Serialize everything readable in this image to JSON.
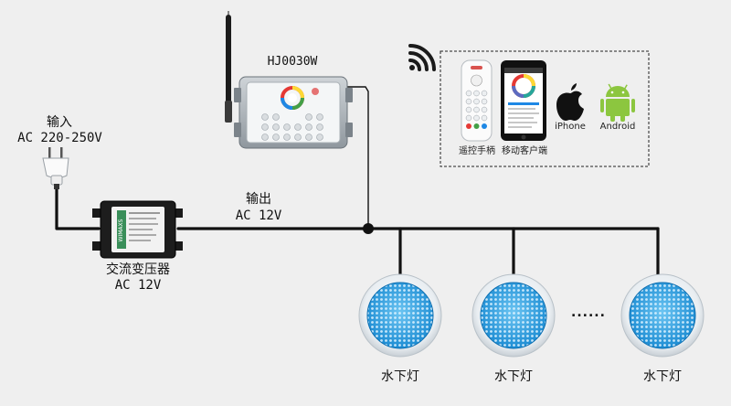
{
  "input": {
    "title": "输入",
    "spec": "AC 220-250V"
  },
  "transformer": {
    "title": "交流变压器",
    "spec": "AC 12V",
    "brand": "WIMAXS"
  },
  "output": {
    "title": "输出",
    "spec": "AC 12V"
  },
  "controller": {
    "model": "HJ0030W"
  },
  "devices": {
    "remote_label": "遥控手柄",
    "mobile_label": "移动客户端",
    "iphone_label": "iPhone",
    "android_label": "Android"
  },
  "lights": {
    "label": "水下灯",
    "ellipsis": "......"
  },
  "colors": {
    "cable": "#111111",
    "led_blue": "#2ea3e6",
    "android_green": "#8cc63f",
    "transformer_body": "#1a1a1a"
  },
  "icons": [
    "wifi-icon",
    "plug-icon",
    "apple-icon",
    "android-icon",
    "antenna-icon"
  ]
}
